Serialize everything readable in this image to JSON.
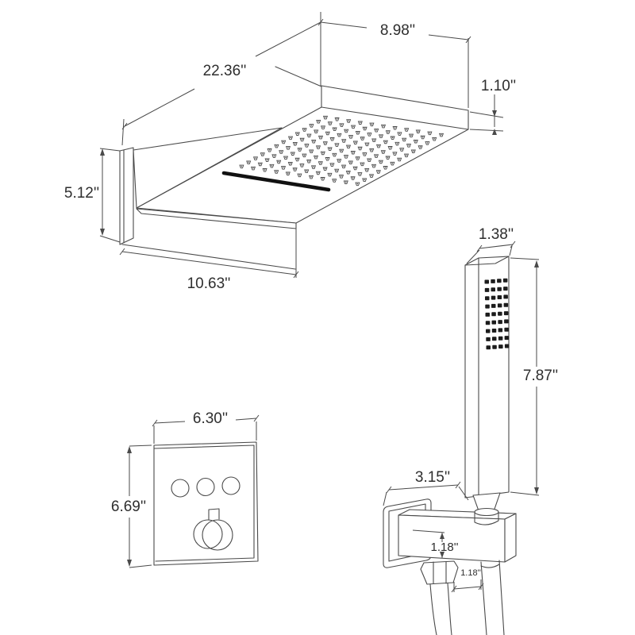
{
  "diagram": {
    "type": "technical-dimension-drawing",
    "product": "Wall-mount waterfall rain shower system with handheld shower, holder and thermostatic valve",
    "colors": {
      "background": "#ffffff",
      "line": "#4a4a4a",
      "dark_fill": "#1c1c1c",
      "text": "#2e2e2e"
    },
    "dimensions": {
      "head_length": "22.36''",
      "head_depth": "8.98''",
      "head_thickness": "1.10''",
      "wall_plate_height": "5.12''",
      "arm_projection": "10.63''",
      "handshower_width": "1.38''",
      "handshower_height": "7.87''",
      "valve_width": "6.30''",
      "valve_height": "6.69''",
      "holder_arm_length": "3.15''",
      "holder_block_height": "1.18''",
      "hose_spacing": "1.18''"
    },
    "patterns": {
      "head_nozzle_rows": 13,
      "head_nozzle_cols": 11,
      "hand_nozzle_rows": 9,
      "hand_nozzle_cols": 4,
      "valve_button_count": 3
    }
  }
}
